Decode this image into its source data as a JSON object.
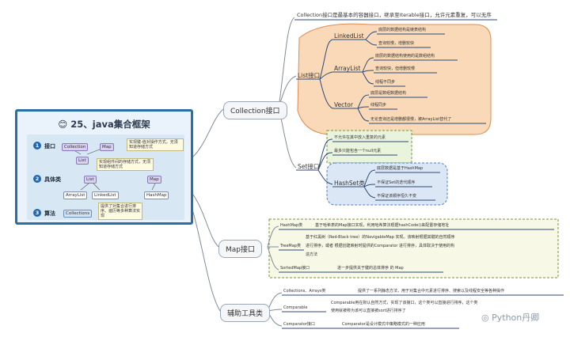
{
  "center": {
    "emoji": "😊",
    "title": "25、java集合框架",
    "steps": [
      {
        "num": "1",
        "label": "接口"
      },
      {
        "num": "2",
        "label": "具体类"
      },
      {
        "num": "3",
        "label": "算法"
      }
    ],
    "mini_nodes": {
      "collection": "Collection",
      "map": "Map",
      "list": "List",
      "list2": "List",
      "map2": "Map",
      "arraylist": "ArrayList",
      "linkedlist": "LinkedList",
      "hashmap": "HashMap",
      "collections": "Collections"
    },
    "notes": {
      "interface_note": "实现键-值对操作方式，无须知道存储方式",
      "class_note": "实现组件间的存储方式，无须知道存储方式",
      "algo_note": "提供了对集合进行排序、遍历等多种算法实现"
    }
  },
  "branches": {
    "collection": {
      "label": "Collection接口",
      "intro": "Collection接口是最基本的容器接口，继承至Iterable接口，允许元素重复，可以无序",
      "list": {
        "label": "List接口",
        "linkedlist": {
          "label": "LinkedList",
          "items": [
            "底层的数据结构是链表结构",
            "查询较慢，增删较快"
          ]
        },
        "arraylist": {
          "label": "ArrayList",
          "items": [
            "底层的数据结构使用的是数组结构",
            "查询较快，但增删较慢",
            "线程不同步"
          ]
        },
        "vector": {
          "label": "Vector",
          "items": [
            "底层是数组数据结构",
            "线程同步",
            "无论查询还是增删都很慢，被ArrayList替代了"
          ]
        }
      },
      "set": {
        "label": "Set接口",
        "items": [
          "不允许在其中放入重复的元素",
          "最多只能包含一个null元素"
        ],
        "hashset": {
          "label": "HashSet类",
          "items": [
            "底层数据是基于HashMap",
            "不保证Set的迭代顺序",
            "不保证该顺序恒久不变"
          ]
        }
      }
    },
    "map": {
      "label": "Map接口",
      "hashmap": {
        "label": "HashMap类",
        "text": "基于哈希表的Map接口实现，利用哈希算法根据hashCode()来配置存储地址"
      },
      "treemap": {
        "label": "TreeMap类",
        "text_lines": [
          "基于红黑树（Red-Black tree）的NavigableMap 实现。该映射根据其键的自然顺序",
          "进行排序，或者 根据创建映射时提供的Comparator 进行排序，具体取决于使用的构",
          "造方法"
        ]
      },
      "sortedmap": {
        "label": "SortedMap接口",
        "text": "进一步提供关于键的总体排序 的 Map"
      }
    },
    "tools": {
      "label": "辅助工具类",
      "collections": {
        "label": "Collections、Arrays类",
        "text": "提供了一系列静态方法，用于对集合中元素进行排序、搜索以及线程安全等各种操作"
      },
      "comparable": {
        "label": "Comparable",
        "text_lines": [
          "Comparable用在默认自然方式，实现了该接口，这个类可以直接进行排序，这个类",
          "使用就被称为该可以直接被sort进行排序了"
        ]
      },
      "comparator": {
        "label": "Comparator接口",
        "text": "Comparator是设计模式中策略模式的一种应用"
      }
    },
    "watermark": "Python丹卿"
  },
  "colors": {
    "card_border": "#2a6ea7",
    "list_fill": "#f9d9b8",
    "list_border": "#e08a4c",
    "set_fill": "#eaf4dc",
    "set_border": "#6f9a3f",
    "hashset_fill": "#dce7f6",
    "hashset_border": "#4c7ac0",
    "map_fill": "#f7f8e6",
    "map_border": "#7e8f3a",
    "line": "#2c4a7a",
    "branch_line": "#7f8c99"
  }
}
